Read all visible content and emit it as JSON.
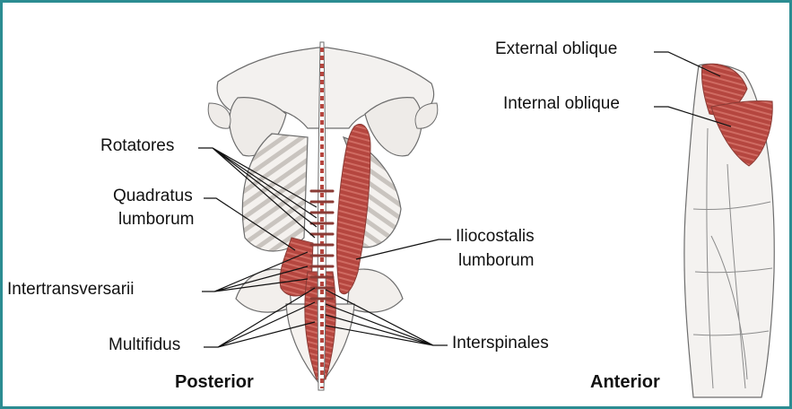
{
  "labels": {
    "external_oblique": "External oblique",
    "internal_oblique": "Internal oblique",
    "rotatores": "Rotatores",
    "quadratus_line1": "Quadratus",
    "quadratus_line2": "lumborum",
    "intertransversarii": "Intertransversarii",
    "multifidus": "Multifidus",
    "iliocostalis_line1": "Iliocostalis",
    "iliocostalis_line2": "lumborum",
    "interspinales": "Interspinales"
  },
  "captions": {
    "posterior": "Posterior",
    "anterior": "Anterior"
  },
  "colors": {
    "border": "#2b8c92",
    "muscle": "#b5463f",
    "outline": "#6d6d6d",
    "leader": "#111111"
  }
}
